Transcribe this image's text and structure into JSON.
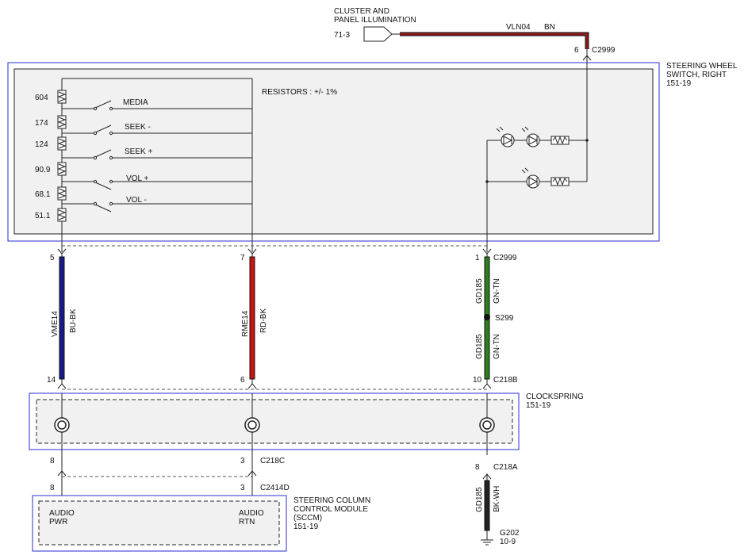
{
  "colors": {
    "outline_blue": "#2b2bd6",
    "wire_blue": "#1a1a8c",
    "wire_red": "#cc1111",
    "wire_green": "#2e7d1e",
    "wire_black": "#222222",
    "wire_brown_core": "#8b1a1a"
  },
  "illumination": {
    "title_line1": "CLUSTER AND",
    "title_line2": "PANEL ILLUMINATION",
    "ref": "71-3",
    "circuit": "VLN04",
    "color": "BN",
    "pin": "6",
    "connector": "C2999"
  },
  "switch": {
    "title_line1": "STEERING WHEEL",
    "title_line2": "SWITCH, RIGHT",
    "ref": "151-19",
    "resistors_note": "RESISTORS : +/- 1%",
    "resistor_values": [
      "604",
      "174",
      "124",
      "90.9",
      "68.1",
      "51.1"
    ],
    "switch_labels": [
      "MEDIA",
      "SEEK -",
      "SEEK +",
      "VOL +",
      "VOL -"
    ]
  },
  "wires": [
    {
      "top_pin": "5",
      "circuit": "VME14",
      "color": "BU-BK",
      "bottom_pin": "14"
    },
    {
      "top_pin": "7",
      "circuit": "RME14",
      "color": "RD-BK",
      "bottom_pin": "6"
    },
    {
      "top_pin": "1",
      "top_connector": "C2999",
      "circuit": "GD185",
      "color": "GN-TN",
      "splice": "S299",
      "circuit2": "GD185",
      "color2": "GN-TN",
      "bottom_pin": "10",
      "bottom_connector": "C218B"
    }
  ],
  "clockspring": {
    "title": "CLOCKSPRING",
    "ref": "151-19",
    "pins_left": "8",
    "pins_mid": "3",
    "connector_mid": "C218C",
    "pins_right": "8",
    "connector_right": "C218A"
  },
  "sccm": {
    "title_line1": "STEERING COLUMN",
    "title_line2": "CONTROL MODULE",
    "title_line3": "(SCCM)",
    "ref": "151-19",
    "pin_left": "8",
    "pin_mid": "3",
    "connector": "C2414D",
    "left_label_line1": "AUDIO",
    "left_label_line2": "PWR",
    "right_label_line1": "AUDIO",
    "right_label_line2": "RTN"
  },
  "ground": {
    "circuit": "GD185",
    "color": "BK-WH",
    "name": "G202",
    "ref": "10-9"
  }
}
